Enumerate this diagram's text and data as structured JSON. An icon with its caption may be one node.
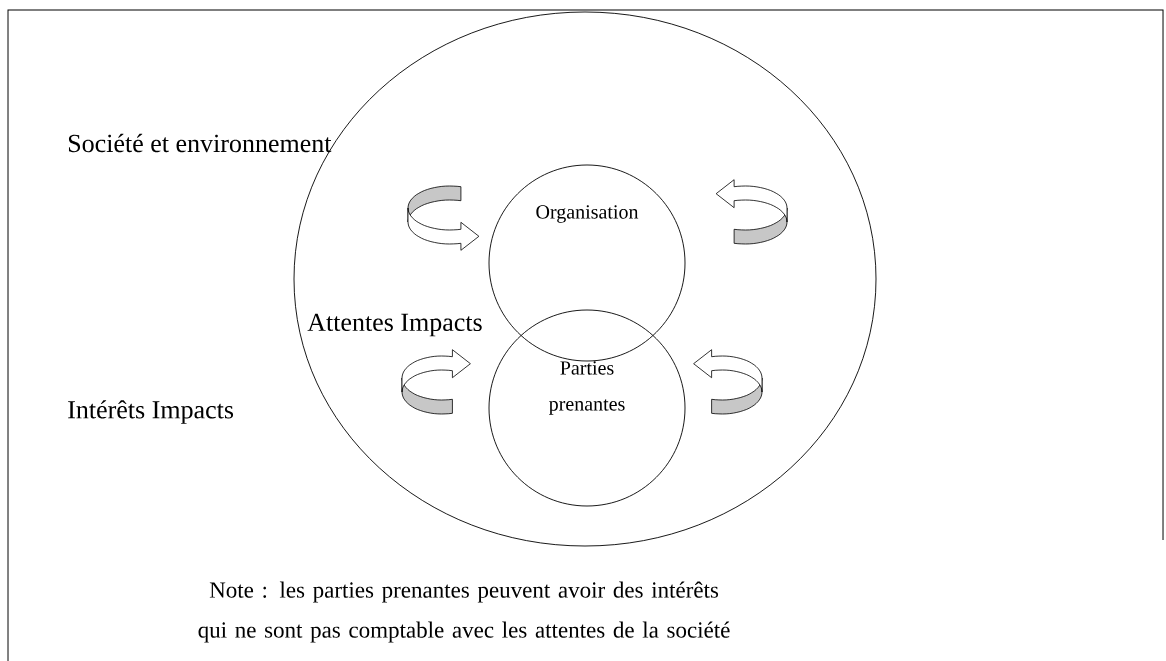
{
  "diagram": {
    "nodes": [
      {
        "text": [],
        "shape": "circle"
      },
      {
        "text": [
          "Organisation"
        ],
        "in": 0
      },
      {
        "text": [
          "Parties prenantes"
        ],
        "in": 0
      }
    ],
    "labels": [
      "Société et environnement",
      "Attentes Impacts",
      "Intérêts Impacts",
      "Note : les parties prenantes peuvent avoir des intérêts qui ne sont pas comptable avec les attentes de la société"
    ]
  }
}
